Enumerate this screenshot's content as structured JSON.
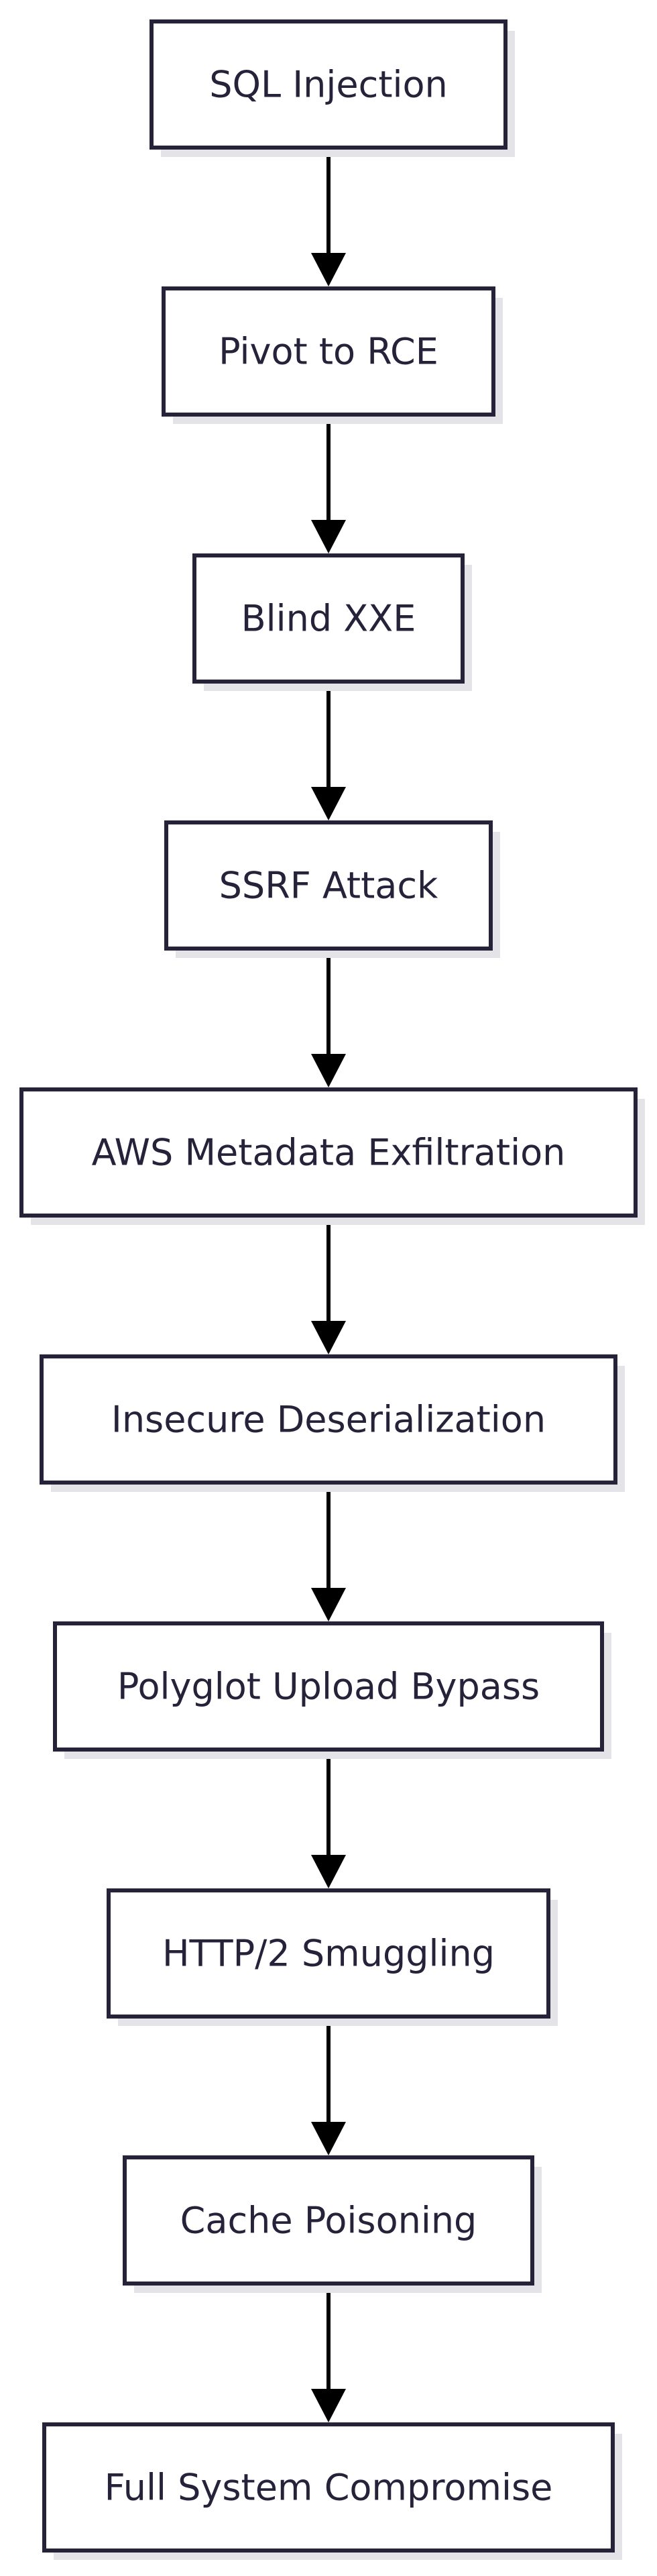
{
  "colors": {
    "background": "#ffffff",
    "node_fill": "#ffffff",
    "node_border": "#25223a",
    "node_shadow": "#e3e3e8",
    "node_text": "#25223a",
    "arrow": "#000000"
  },
  "nodes": [
    {
      "label": "SQL Injection"
    },
    {
      "label": "Pivot to RCE"
    },
    {
      "label": "Blind XXE"
    },
    {
      "label": "SSRF Attack"
    },
    {
      "label": "AWS Metadata Exfiltration"
    },
    {
      "label": "Insecure Deserialization"
    },
    {
      "label": "Polyglot Upload Bypass"
    },
    {
      "label": "HTTP/2 Smuggling"
    },
    {
      "label": "Cache Poisoning"
    },
    {
      "label": "Full System Compromise"
    }
  ],
  "edges": [
    {
      "from": 0,
      "to": 1
    },
    {
      "from": 1,
      "to": 2
    },
    {
      "from": 2,
      "to": 3
    },
    {
      "from": 3,
      "to": 4
    },
    {
      "from": 4,
      "to": 5
    },
    {
      "from": 5,
      "to": 6
    },
    {
      "from": 6,
      "to": 7
    },
    {
      "from": 7,
      "to": 8
    },
    {
      "from": 8,
      "to": 9
    }
  ]
}
